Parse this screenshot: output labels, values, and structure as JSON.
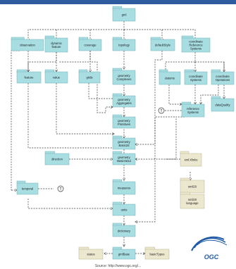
{
  "diagram": {
    "packages": {
      "gml": "gml",
      "observation": "observation",
      "dynamic_feature": "dynamic feature",
      "coverage": "coverage",
      "topology": "topology",
      "default_style": "defaultStyle",
      "crs": "coordinate Reference Systems",
      "feature": "feature",
      "value": "value",
      "grids": "grids",
      "geom_complexes": "geometry Complexes",
      "datums": "datums",
      "coord_systems": "coordinate Systems",
      "coord_operations": "coordinate Operations",
      "geom_aggregates": "geometry Aggregates",
      "geom_primitives": "geometry Primitives",
      "ref_systems": "reference Systems",
      "data_quality": "dataQuality",
      "geom_basic_2d": "geometry Basic2d",
      "direction": "direction",
      "geom_basic_0d1d": "geometry Basic0d1d",
      "xml_xlinks": "xml:Xlinks",
      "temporal": "temporal",
      "smil20": "smil20",
      "smil20_language": "smil20 language",
      "measures": "measures",
      "units": "units",
      "dictionary": "dictionary",
      "status": "status",
      "gml_base": "gmlBase",
      "basic_types": "basicTypes"
    },
    "note_marker": "T",
    "footer_text": "Source: http://www.ogc.org/..."
  },
  "colors": {
    "package": "#a8dde2",
    "package_border": "#6fb3bb",
    "smil_package": "#ece8cf",
    "smil_border": "#b9b28d",
    "arrow": "#333333",
    "header": "#2e5c9e"
  },
  "logo": {
    "text": "OGC"
  }
}
